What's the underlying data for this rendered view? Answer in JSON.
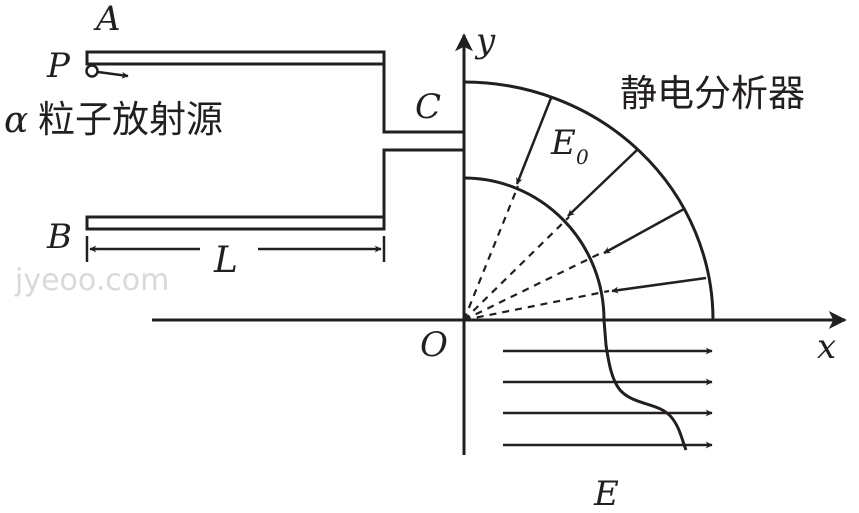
{
  "labels": {
    "A": "A",
    "B": "B",
    "P": "P",
    "C": "C",
    "alpha": "α",
    "source": "粒子放射源",
    "L": "L",
    "analyzer": "静电分析器",
    "E0_base": "E",
    "E0_sub": "0",
    "y": "y",
    "x": "x",
    "O": "O",
    "E": "E"
  },
  "watermark": "jyeoo.com",
  "colors": {
    "ink": "#231f20",
    "watermark": "#d9d9d9"
  }
}
